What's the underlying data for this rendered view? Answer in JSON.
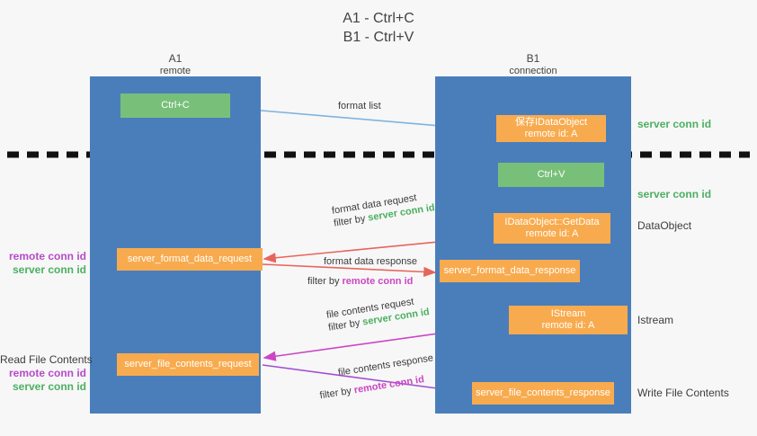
{
  "title": {
    "line1": "A1 - Ctrl+C",
    "line2": "B1 - Ctrl+V"
  },
  "lanes": [
    {
      "id": "a1",
      "name": "A1",
      "sub": "remote"
    },
    {
      "id": "b1",
      "name": "B1",
      "sub": "connection"
    }
  ],
  "nodes": {
    "ctrl_c": "Ctrl+C",
    "ctrl_v": "Ctrl+V",
    "save_dataobject_l1": "保存IDataObject",
    "save_dataobject_l2": "remote id: A",
    "getdata_l1": "IDataObject::GetData",
    "getdata_l2": "remote id: A",
    "istream_l1": "IStream",
    "istream_l2": "remote id: A",
    "server_format_data_request": "server_format_data_request",
    "server_format_data_response": "server_format_data_response",
    "server_file_contents_request": "server_file_contents_request",
    "server_file_contents_response": "server_file_contents_response"
  },
  "side_labels": {
    "server_conn_id_1": "server conn id",
    "server_conn_id_2": "server conn id",
    "dataobject": "DataObject",
    "istream": "Istream",
    "write_file_contents": "Write File Contents"
  },
  "left_labels": {
    "remote_conn_id_1": "remote conn id",
    "server_conn_id_1": "server conn id",
    "read_file_contents": "Read File Contents",
    "remote_conn_id_2": "remote conn id",
    "server_conn_id_2": "server conn id"
  },
  "edges": {
    "format_list": "format list",
    "format_data_request": "format data request",
    "format_data_request_filter_prefix": "filter by ",
    "format_data_request_filter_value": "server conn id",
    "format_data_response": "format data response",
    "format_data_response_filter_prefix": "filter by ",
    "format_data_response_filter_value": "remote conn id",
    "file_contents_request": "file contents request",
    "file_contents_request_filter_prefix": "filter by ",
    "file_contents_request_filter_value": "server conn id",
    "file_contents_response": "file contents response",
    "file_contents_response_filter_prefix": "filter by ",
    "file_contents_response_filter_value": "remote conn id"
  },
  "colors": {
    "lane": "#4a7ebb",
    "orange": "#f8ab4e",
    "green_box": "#78c07a",
    "green_text": "#4caf62",
    "magenta_text": "#b64bc8",
    "arrow_blue": "#7fb3e0",
    "arrow_red": "#e8645c",
    "arrow_magenta": "#cc46c4",
    "arrow_purple": "#a14fd0",
    "arrow_black": "#111111",
    "background": "#f7f7f7"
  }
}
